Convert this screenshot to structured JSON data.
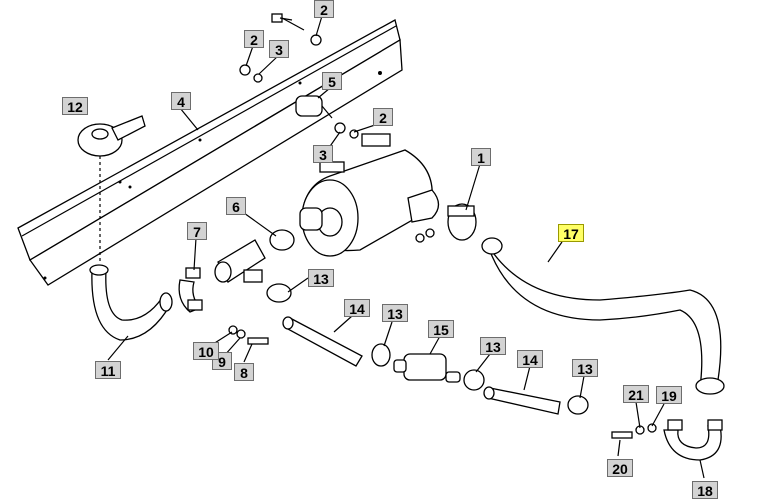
{
  "diagram": {
    "highlight_color": "#ffff66",
    "labels": [
      "1",
      "2",
      "2",
      "2",
      "3",
      "3",
      "4",
      "5",
      "6",
      "7",
      "8",
      "9",
      "10",
      "11",
      "12",
      "13",
      "13",
      "13",
      "13",
      "14",
      "14",
      "15",
      "17",
      "18",
      "19",
      "20",
      "21"
    ]
  }
}
